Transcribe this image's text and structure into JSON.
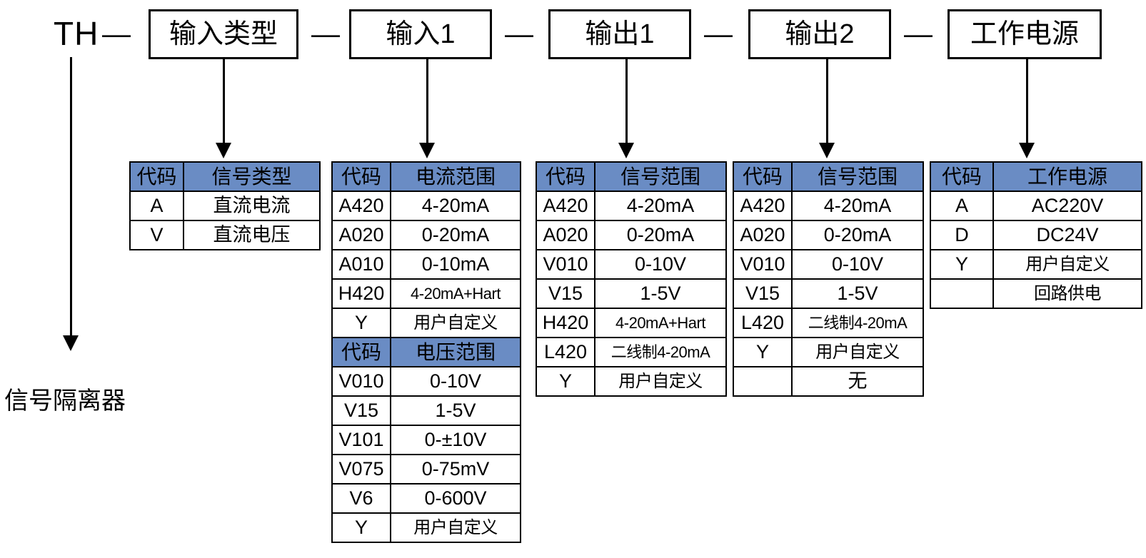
{
  "code_row": {
    "prefix": "TH",
    "separator": "—",
    "boxes": [
      {
        "label": "输入类型"
      },
      {
        "label": "输入1"
      },
      {
        "label": "输出1"
      },
      {
        "label": "输出2"
      },
      {
        "label": "工作电源"
      }
    ]
  },
  "product_caption": "信号隔离器",
  "colors": {
    "header_blue": "#6a8cc4",
    "border_black": "#000000",
    "background": "#ffffff"
  },
  "tables": {
    "input_type": {
      "headers": [
        "代码",
        "信号类型"
      ],
      "rows": [
        [
          "A",
          "直流电流"
        ],
        [
          "V",
          "直流电压"
        ]
      ]
    },
    "input1_current": {
      "headers": [
        "代码",
        "电流范围"
      ],
      "rows": [
        [
          "A420",
          "4-20mA"
        ],
        [
          "A020",
          "0-20mA"
        ],
        [
          "A010",
          "0-10mA"
        ],
        [
          "H420",
          "4-20mA+Hart"
        ],
        [
          "Y",
          "用户自定义"
        ]
      ]
    },
    "input1_voltage": {
      "headers": [
        "代码",
        "电压范围"
      ],
      "rows": [
        [
          "V010",
          "0-10V"
        ],
        [
          "V15",
          "1-5V"
        ],
        [
          "V101",
          "0-±10V"
        ],
        [
          "V075",
          "0-75mV"
        ],
        [
          "V6",
          "0-600V"
        ],
        [
          "Y",
          "用户自定义"
        ]
      ]
    },
    "output1": {
      "headers": [
        "代码",
        "信号范围"
      ],
      "rows": [
        [
          "A420",
          "4-20mA"
        ],
        [
          "A020",
          "0-20mA"
        ],
        [
          "V010",
          "0-10V"
        ],
        [
          "V15",
          "1-5V"
        ],
        [
          "H420",
          "4-20mA+Hart"
        ],
        [
          "L420",
          "二线制4-20mA"
        ],
        [
          "Y",
          "用户自定义"
        ]
      ]
    },
    "output2": {
      "headers": [
        "代码",
        "信号范围"
      ],
      "rows": [
        [
          "A420",
          "4-20mA"
        ],
        [
          "A020",
          "0-20mA"
        ],
        [
          "V010",
          "0-10V"
        ],
        [
          "V15",
          "1-5V"
        ],
        [
          "L420",
          "二线制4-20mA"
        ],
        [
          "Y",
          "用户自定义"
        ],
        [
          "",
          "无"
        ]
      ]
    },
    "power_supply": {
      "headers": [
        "代码",
        "工作电源"
      ],
      "rows": [
        [
          "A",
          "AC220V"
        ],
        [
          "D",
          "DC24V"
        ],
        [
          "Y",
          "用户自定义"
        ],
        [
          "",
          "回路供电"
        ]
      ]
    }
  }
}
